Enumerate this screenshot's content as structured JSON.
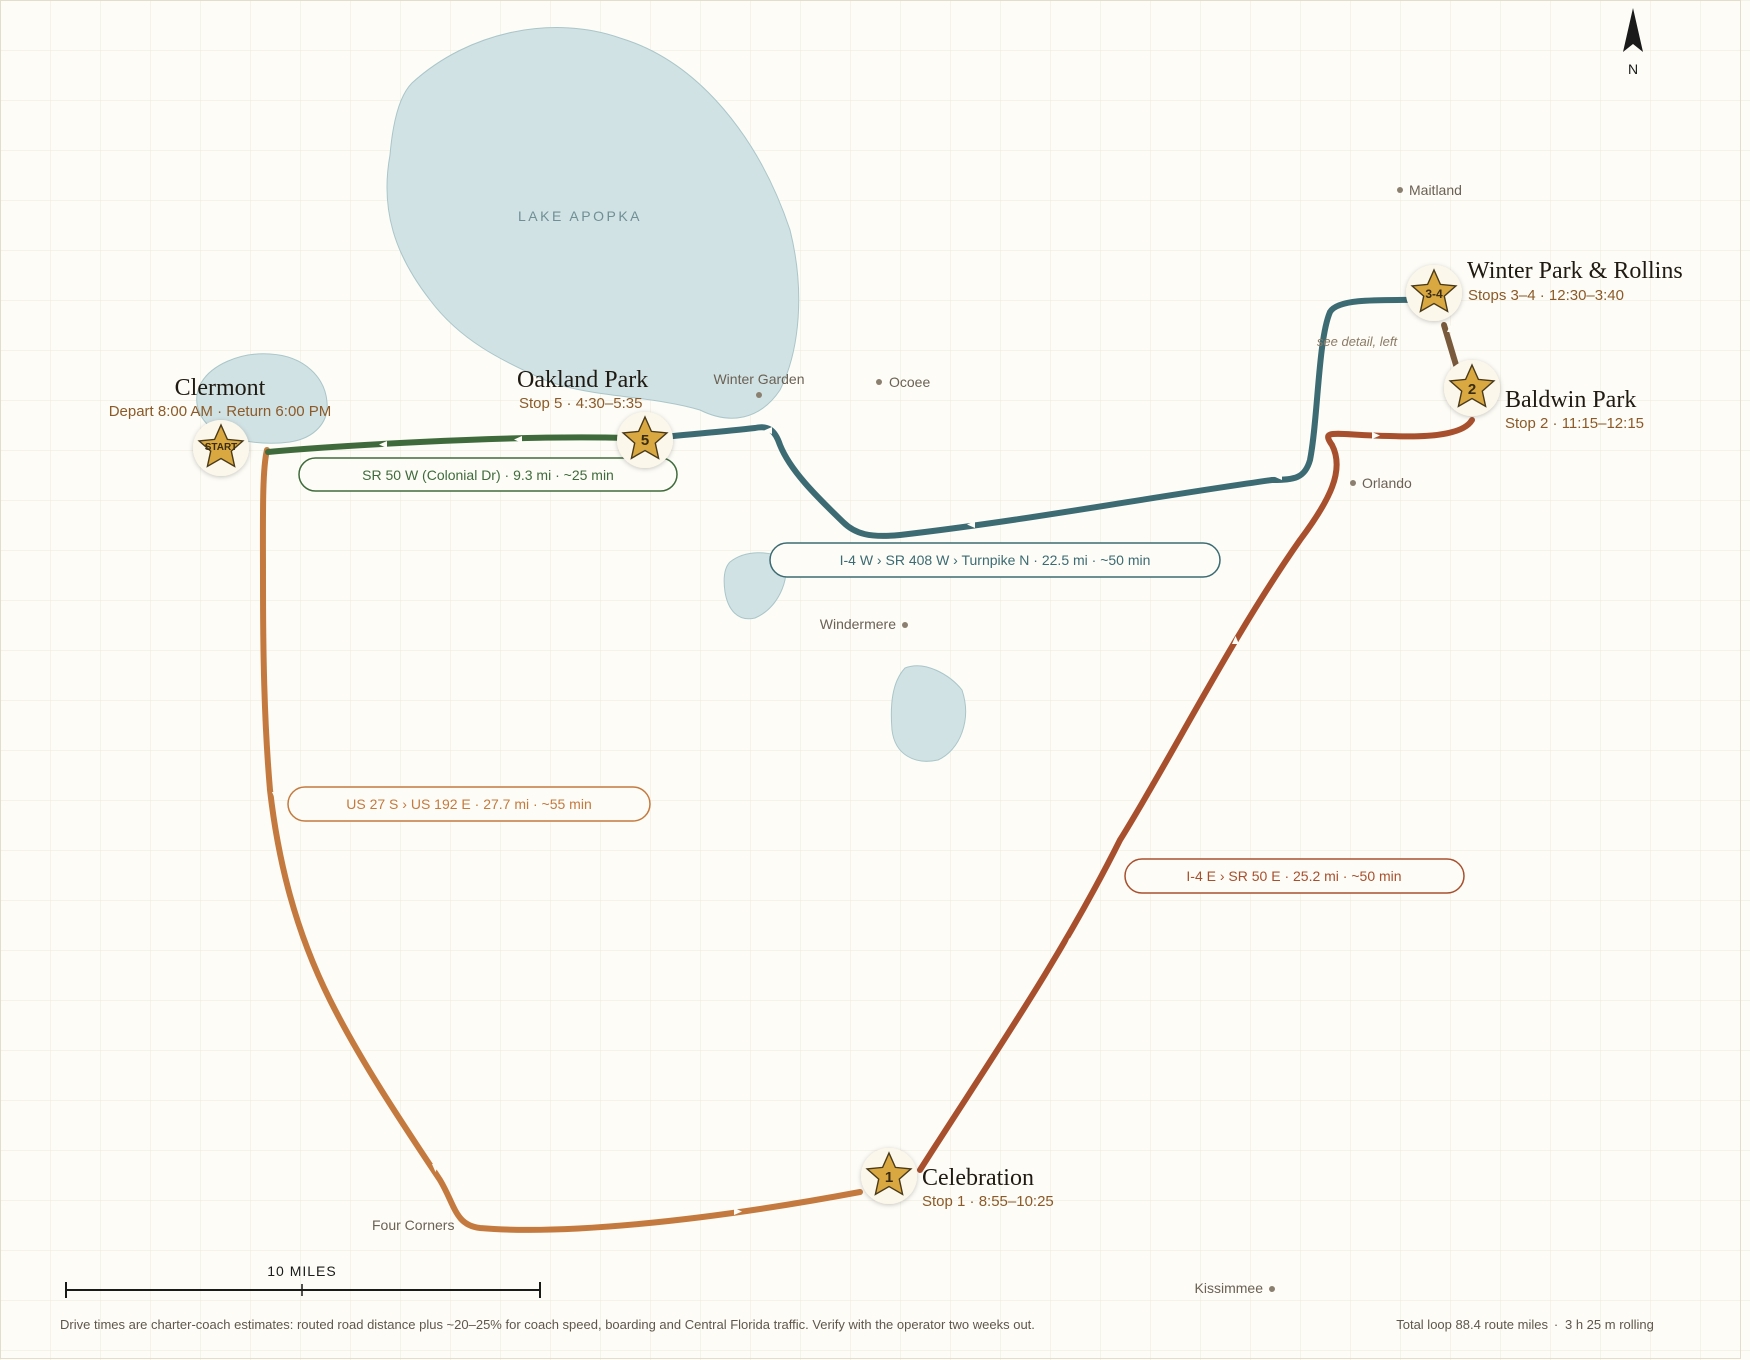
{
  "colors": {
    "background": "#fdfcf6",
    "grid": "#ece9dc",
    "water": "#d1e2e4",
    "water_edge": "#a9c6ca",
    "route_west": "#c47a3f",
    "route_east": "#a8502e",
    "route_return": "#3c6b73",
    "route_final": "#3f6b3c",
    "route_short": "#7a5a3c",
    "star_fill": "#d9a840",
    "star_stroke": "#4a3a1a",
    "place_dot": "#8b8070",
    "place_text": "#6b6155",
    "stop_sub": "#8b5a28"
  },
  "lake": {
    "name": "LAKE APOPKA"
  },
  "compass": {
    "label": "N"
  },
  "towns": {
    "maitland": "Maitland",
    "winter_garden": "Winter Garden",
    "ocoee": "Ocoee",
    "orlando": "Orlando",
    "windermere": "Windermere",
    "four_corners": "Four Corners",
    "kissimmee": "Kissimmee"
  },
  "stops": {
    "clermont": {
      "name": "Clermont",
      "detail": "Depart 8:00 AM · Return 6:00 PM",
      "marker": "START"
    },
    "oakland": {
      "name": "Oakland Park",
      "detail": "Stop 5 · 4:30–5:35",
      "marker": "5"
    },
    "winter_park": {
      "name": "Winter Park & Rollins",
      "detail": "Stops 3–4 · 12:30–3:40",
      "marker": "3-4"
    },
    "baldwin": {
      "name": "Baldwin Park",
      "detail": "Stop 2 · 11:15–12:15",
      "marker": "2"
    },
    "celebration": {
      "name": "Celebration",
      "detail": "Stop 1 · 8:55–10:25",
      "marker": "1"
    }
  },
  "notes": {
    "see_detail": "see detail, left"
  },
  "legs": {
    "sr50": "SR 50 W (Colonial Dr) · 9.3 mi · ~25 min",
    "i4w": "I-4 W › SR 408 W › Turnpike N · 22.5 mi · ~50 min",
    "us27": "US 27 S › US 192 E · 27.7 mi · ~55 min",
    "i4e": "I-4 E › SR 50 E · 25.2 mi · ~50 min"
  },
  "scale": {
    "label": "10 MILES"
  },
  "footer": {
    "note": "Drive times are charter-coach estimates: routed road distance plus ~20–25% for coach speed, boarding and Central Florida traffic. Verify with the operator two weeks out.",
    "total_miles": "Total loop 88.4 route miles",
    "total_time": "3 h 25 m rolling"
  }
}
